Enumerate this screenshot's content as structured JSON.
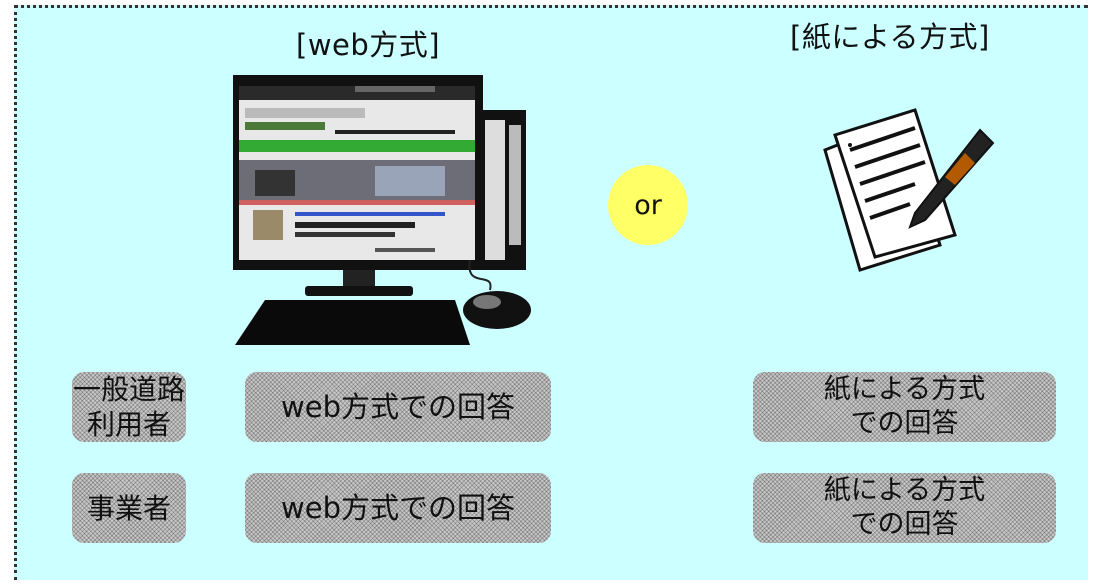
{
  "headings": {
    "web": "[web方式]",
    "paper": "[紙による方式]"
  },
  "or_label": "or",
  "rows": [
    {
      "respondent": "一般道路\n利用者",
      "web_answer": "web方式での回答",
      "paper_answer": "紙による方式\nでの回答"
    },
    {
      "respondent": "事業者",
      "web_answer": "web方式での回答",
      "paper_answer": "紙による方式\nでの回答"
    }
  ],
  "colors": {
    "panel_background": "#ccffff",
    "or_circle": "#ffff66",
    "answer_box": "#c8c8c8"
  }
}
